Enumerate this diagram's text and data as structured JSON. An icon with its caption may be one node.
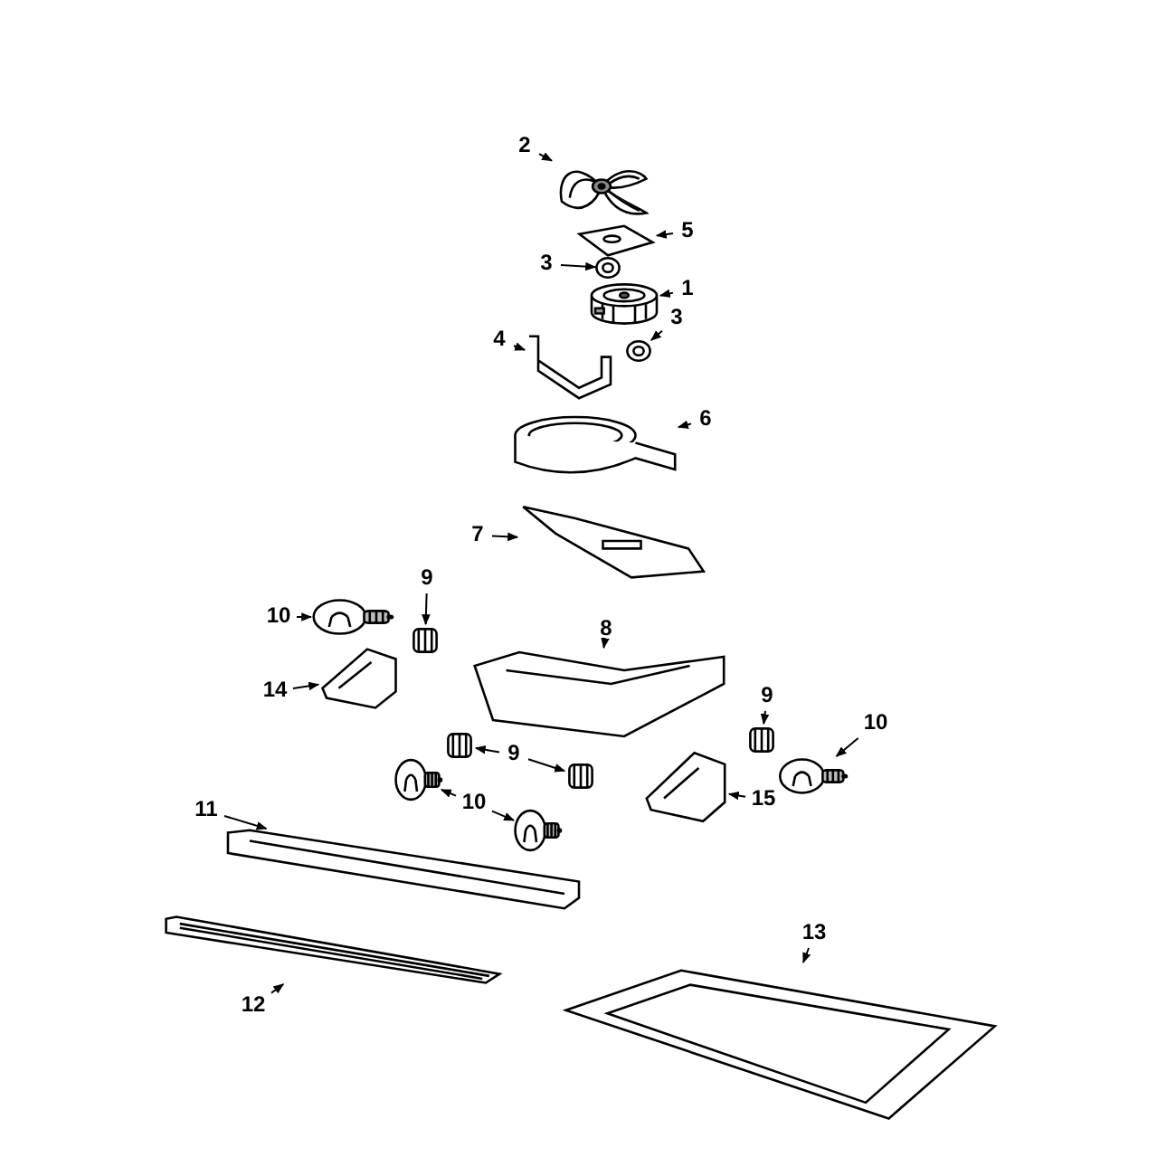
{
  "diagram": {
    "nodes": [
      {
        "text": [
          "2"
        ]
      },
      {
        "text": [],
        "shape": "picture"
      },
      {
        "text": [
          "5"
        ]
      },
      {
        "text": [],
        "shape": "picture"
      },
      {
        "text": [
          "3"
        ]
      },
      {
        "text": [],
        "shape": "picture"
      },
      {
        "text": [
          "1"
        ]
      },
      {
        "text": [],
        "shape": "picture"
      },
      {
        "text": [
          "4"
        ]
      },
      {
        "text": [],
        "shape": "picture"
      },
      {
        "text": [
          "3"
        ]
      },
      {
        "text": [],
        "shape": "picture"
      },
      {
        "text": [
          "6"
        ]
      },
      {
        "text": [],
        "shape": "picture"
      },
      {
        "text": [
          "7"
        ]
      },
      {
        "text": [],
        "shape": "picture"
      },
      {
        "text": [
          "9"
        ]
      },
      {
        "text": [],
        "shape": "picture"
      },
      {
        "text": [
          "10"
        ]
      },
      {
        "text": [],
        "shape": "picture"
      },
      {
        "text": [
          "8"
        ]
      },
      {
        "text": [],
        "shape": "picture"
      },
      {
        "text": [
          "14"
        ]
      },
      {
        "text": [],
        "shape": "picture"
      },
      {
        "text": [
          "9"
        ]
      },
      {
        "text": [],
        "shape": "picture"
      },
      {
        "text": [
          "10"
        ]
      },
      {
        "text": [],
        "shape": "picture"
      },
      {
        "text": [
          "11"
        ]
      },
      {
        "text": [],
        "shape": "picture"
      },
      {
        "text": [
          "9"
        ]
      },
      {
        "text": [],
        "shape": "picture"
      },
      {
        "text": [],
        "shape": "picture"
      },
      {
        "text": [
          "10"
        ]
      },
      {
        "text": [],
        "shape": "picture"
      },
      {
        "text": [],
        "shape": "picture"
      },
      {
        "text": [
          "15"
        ]
      },
      {
        "text": [],
        "shape": "picture"
      },
      {
        "text": [
          "12"
        ]
      },
      {
        "text": [],
        "shape": "picture"
      },
      {
        "text": [
          "13"
        ]
      },
      {
        "text": [],
        "shape": "picture"
      }
    ],
    "edges": [
      {
        "from": 0,
        "to": 1,
        "arrow": "to"
      },
      {
        "from": 2,
        "to": 3,
        "arrow": "to"
      },
      {
        "from": 4,
        "to": 5,
        "arrow": "to"
      },
      {
        "from": 6,
        "to": 7,
        "arrow": "to"
      },
      {
        "from": 8,
        "to": 9,
        "arrow": "to"
      },
      {
        "from": 10,
        "to": 11,
        "arrow": "to"
      },
      {
        "from": 12,
        "to": 13,
        "arrow": "to"
      },
      {
        "from": 14,
        "to": 15,
        "arrow": "to"
      },
      {
        "from": 16,
        "to": 17,
        "arrow": "to"
      },
      {
        "from": 18,
        "to": 19,
        "arrow": "to"
      },
      {
        "from": 20,
        "to": 21,
        "arrow": "to"
      },
      {
        "from": 22,
        "to": 23,
        "arrow": "to"
      },
      {
        "from": 24,
        "to": 25,
        "arrow": "to"
      },
      {
        "from": 26,
        "to": 27,
        "arrow": "to"
      },
      {
        "from": 28,
        "to": 29,
        "arrow": "to"
      },
      {
        "from": 30,
        "to": 31,
        "arrow": "to"
      },
      {
        "from": 30,
        "to": 32,
        "arrow": "to"
      },
      {
        "from": 33,
        "to": 34,
        "arrow": "to"
      },
      {
        "from": 33,
        "to": 35,
        "arrow": "to"
      },
      {
        "from": 36,
        "to": 37,
        "arrow": "to"
      },
      {
        "from": 38,
        "to": 39,
        "arrow": "to"
      },
      {
        "from": 40,
        "to": 41,
        "arrow": "to"
      }
    ]
  }
}
